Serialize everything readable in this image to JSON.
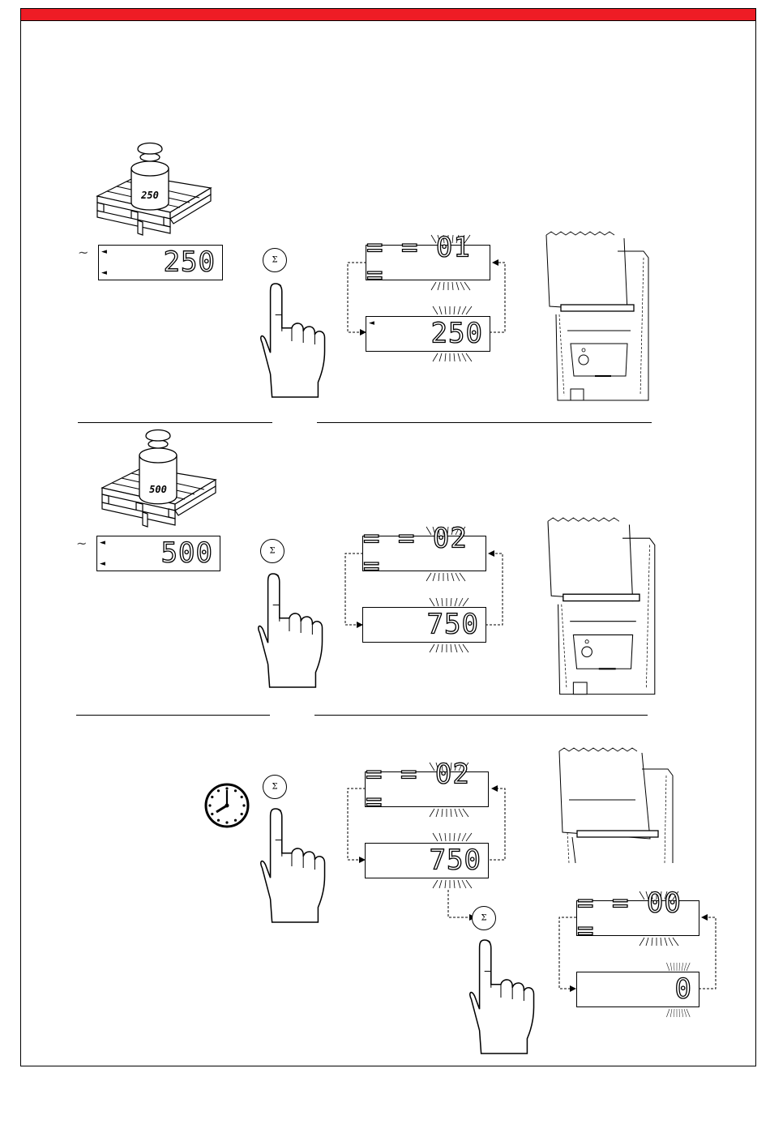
{
  "weights": {
    "step1_label": "250",
    "step2_label": "500"
  },
  "displays": {
    "step1_weight": "250",
    "step1_counter": "= = 01 =",
    "step1_total": "250",
    "step2_weight": "500",
    "step2_counter": "= = 02 =",
    "step2_total": "750",
    "step3_counter": "= = 02 =",
    "step3_total": "750",
    "step3_reset_counter": "= = 00 =",
    "step3_reset_total": "0"
  },
  "symbols": {
    "stable": "~",
    "key_sigma": "Σ",
    "indicator": "◄"
  },
  "icons": [
    "weight-on-pallet-icon",
    "pointing-hand-icon",
    "sigma-key-icon",
    "printer-icon",
    "clock-icon"
  ]
}
